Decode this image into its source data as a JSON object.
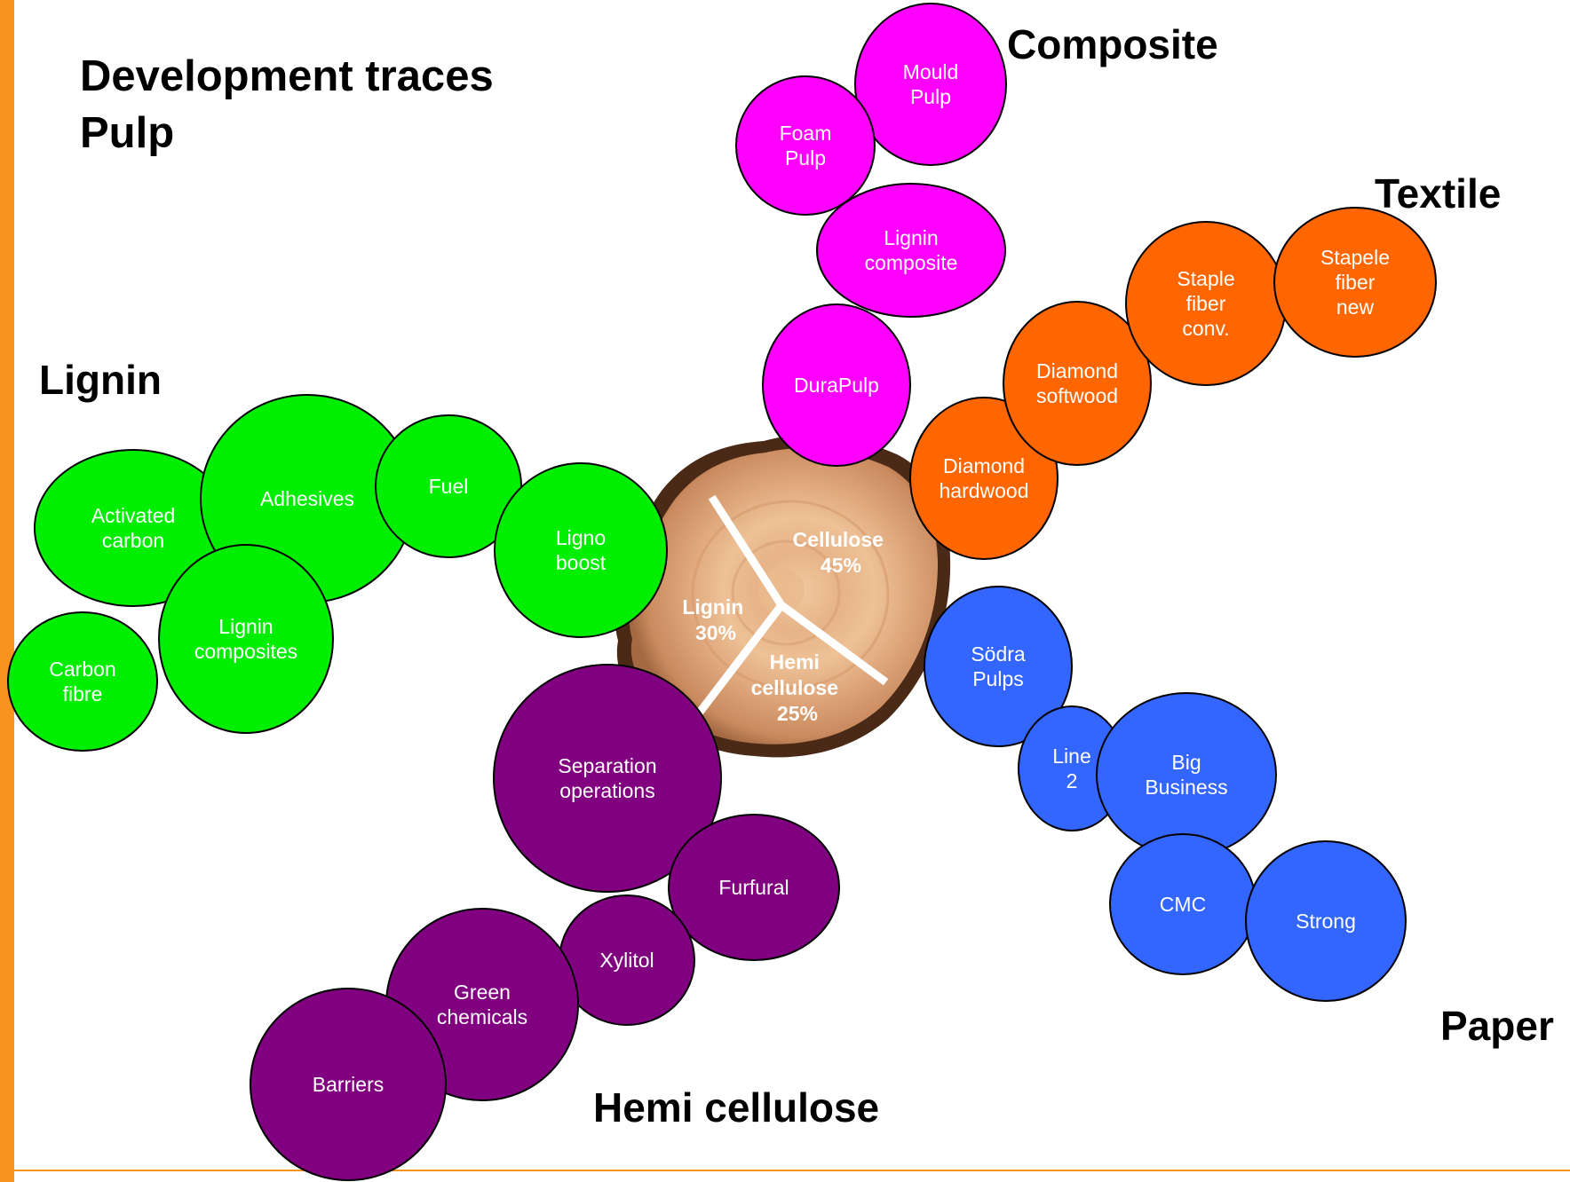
{
  "title": {
    "line1": "Development traces",
    "line2": "Pulp"
  },
  "colors": {
    "lignin": "#00ee00",
    "composite": "#ff00ff",
    "textile": "#ff6600",
    "paper": "#3366ff",
    "hemi": "#800080",
    "accent": "#f7941d"
  },
  "categories": {
    "composite": "Composite",
    "textile": "Textile",
    "lignin": "Lignin",
    "paper": "Paper",
    "hemi": "Hemi cellulose"
  },
  "log": {
    "cellulose": [
      "Cellulose",
      "45%"
    ],
    "lignin": [
      "Lignin",
      "30%"
    ],
    "hemi": [
      "Hemi",
      "cellulose",
      "25%"
    ]
  },
  "bubbles": {
    "lignin": [
      {
        "id": "activated-carbon",
        "lines": [
          "Activated",
          "carbon"
        ]
      },
      {
        "id": "adhesives",
        "lines": [
          "Adhesives"
        ]
      },
      {
        "id": "fuel",
        "lines": [
          "Fuel"
        ]
      },
      {
        "id": "ligno-boost",
        "lines": [
          "Ligno",
          "boost"
        ]
      },
      {
        "id": "lignin-composites",
        "lines": [
          "Lignin",
          "composites"
        ]
      },
      {
        "id": "carbon-fibre",
        "lines": [
          "Carbon",
          "fibre"
        ]
      }
    ],
    "composite": [
      {
        "id": "mould-pulp",
        "lines": [
          "Mould",
          "Pulp"
        ]
      },
      {
        "id": "foam-pulp",
        "lines": [
          "Foam",
          "Pulp"
        ]
      },
      {
        "id": "lignin-composite",
        "lines": [
          "Lignin",
          "composite"
        ]
      },
      {
        "id": "durapulp",
        "lines": [
          "DuraPulp"
        ]
      }
    ],
    "textile": [
      {
        "id": "diamond-hardwood",
        "lines": [
          "Diamond",
          "hardwood"
        ]
      },
      {
        "id": "diamond-softwood",
        "lines": [
          "Diamond",
          "softwood"
        ]
      },
      {
        "id": "staple-fiber-conv",
        "lines": [
          "Staple",
          "fiber",
          "conv."
        ]
      },
      {
        "id": "stapele-fiber-new",
        "lines": [
          "Stapele",
          "fiber",
          "new"
        ]
      }
    ],
    "paper": [
      {
        "id": "sodra-pulps",
        "lines": [
          "Södra",
          "Pulps"
        ]
      },
      {
        "id": "line-2",
        "lines": [
          "Line",
          "2"
        ]
      },
      {
        "id": "big-business",
        "lines": [
          "Big",
          "Business"
        ]
      },
      {
        "id": "cmc",
        "lines": [
          "CMC"
        ]
      },
      {
        "id": "strong",
        "lines": [
          "Strong"
        ]
      }
    ],
    "hemi": [
      {
        "id": "separation-operations",
        "lines": [
          "Separation",
          "operations"
        ]
      },
      {
        "id": "furfural",
        "lines": [
          "Furfural"
        ]
      },
      {
        "id": "xylitol",
        "lines": [
          "Xylitol"
        ]
      },
      {
        "id": "green-chemicals",
        "lines": [
          "Green",
          "chemicals"
        ]
      },
      {
        "id": "barriers",
        "lines": [
          "Barriers"
        ]
      }
    ]
  }
}
